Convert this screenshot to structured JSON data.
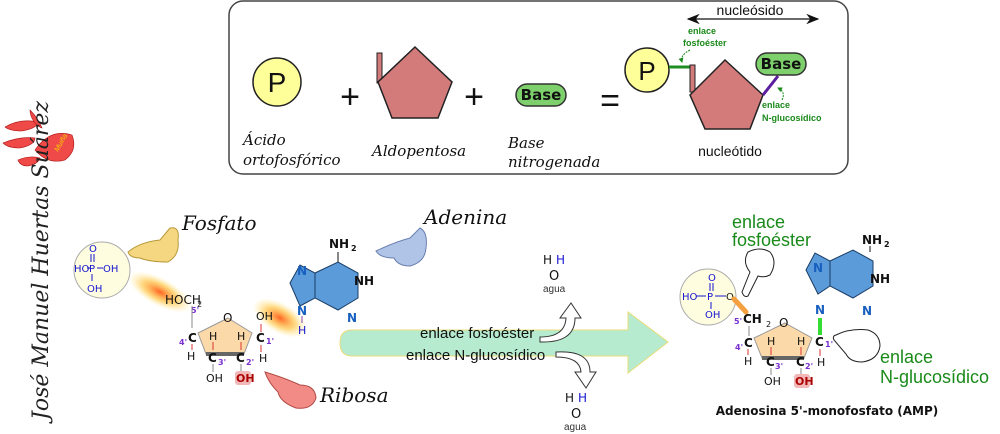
{
  "legend_box": {
    "phosphate_symbol": "P",
    "plus": "+",
    "equals": "=",
    "base_label": "Base",
    "acid_label_line1": "Ácido",
    "acid_label_line2": "ortofosfórico",
    "sugar_label": "Aldopentosa",
    "base_caption_line1": "Base",
    "base_caption_line2": "nitrogenada",
    "nucleoside_label": "nucleósido",
    "nucleotide_label": "nucleótido",
    "phosphoester_line1": "enlace",
    "phosphoester_line2": "fosfoéster",
    "glycosidic_line1": "enlace",
    "glycosidic_line2": "N-glucosídico"
  },
  "author": "José Manuel Huertas Suárez",
  "logo_text": "Muiña",
  "reactants": {
    "fosfato_label": "Fosfato",
    "adenina_label": "Adenina",
    "ribosa_label": "Ribosa",
    "phosphate": {
      "ho_left": "HO",
      "p": "P",
      "o_top": "O",
      "oh_right": "OH",
      "oh_bottom": "OH"
    },
    "ribose": {
      "hoch2": "HOCH",
      "sub2": "2",
      "o_ring": "O",
      "c": "C",
      "h": "H",
      "oh": "OH",
      "primes": {
        "c1": "1'",
        "c2": "2'",
        "c3": "3'",
        "c4": "4'",
        "c5": "5'"
      }
    },
    "adenine": {
      "nh2": "NH",
      "sub2": "2",
      "nh": "NH",
      "n": "N",
      "h": "H"
    }
  },
  "reaction": {
    "bond1": "enlace fosfoéster",
    "bond2": "enlace N-glucosídico",
    "water_label": "agua",
    "water_h": "H",
    "water_o": "O"
  },
  "product": {
    "phosphoester_line1": "enlace",
    "phosphoester_line2": "fosfoéster",
    "glycosidic_line1": "enlace",
    "glycosidic_line2": "N-glucosídico",
    "name": "Adenosina 5'-monofosfato (AMP)",
    "ch2": "CH",
    "o_link": "O"
  },
  "colors": {
    "phosphate_fill": "#ffff99",
    "sugar_fill": "#d37b7b",
    "base_fill": "#7ed06c",
    "bond_green": "#1e8c1e",
    "bond_purple": "#5a1e9e",
    "adenine_blue": "#5b9bd9",
    "ribose_ring": "#fbd9a9",
    "arrow_fill": "#b7ebcf",
    "prime_purple": "#7a2fd0",
    "oh_red": "#aa0000",
    "label_green": "#1a8a1a"
  }
}
